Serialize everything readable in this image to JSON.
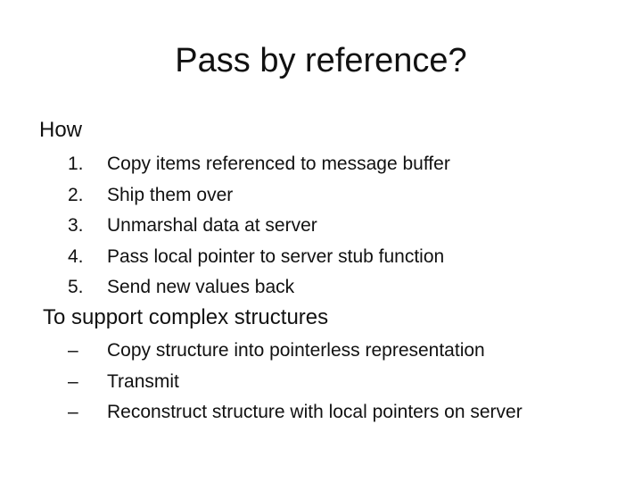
{
  "slide": {
    "title": "Pass by reference?",
    "how": {
      "heading": "How",
      "items": [
        {
          "marker": "1.",
          "text": "Copy items referenced to message buffer"
        },
        {
          "marker": "2.",
          "text": "Ship them over"
        },
        {
          "marker": "3.",
          "text": "Unmarshal data at server"
        },
        {
          "marker": "4.",
          "text": "Pass local pointer to server stub function"
        },
        {
          "marker": "5.",
          "text": "Send new values back"
        }
      ]
    },
    "complex": {
      "heading": "To support complex structures",
      "items": [
        {
          "marker": "–",
          "text": "Copy structure into pointerless  representation"
        },
        {
          "marker": "–",
          "text": "Transmit"
        },
        {
          "marker": "–",
          "text": "Reconstruct structure with local pointers on server"
        }
      ]
    }
  }
}
